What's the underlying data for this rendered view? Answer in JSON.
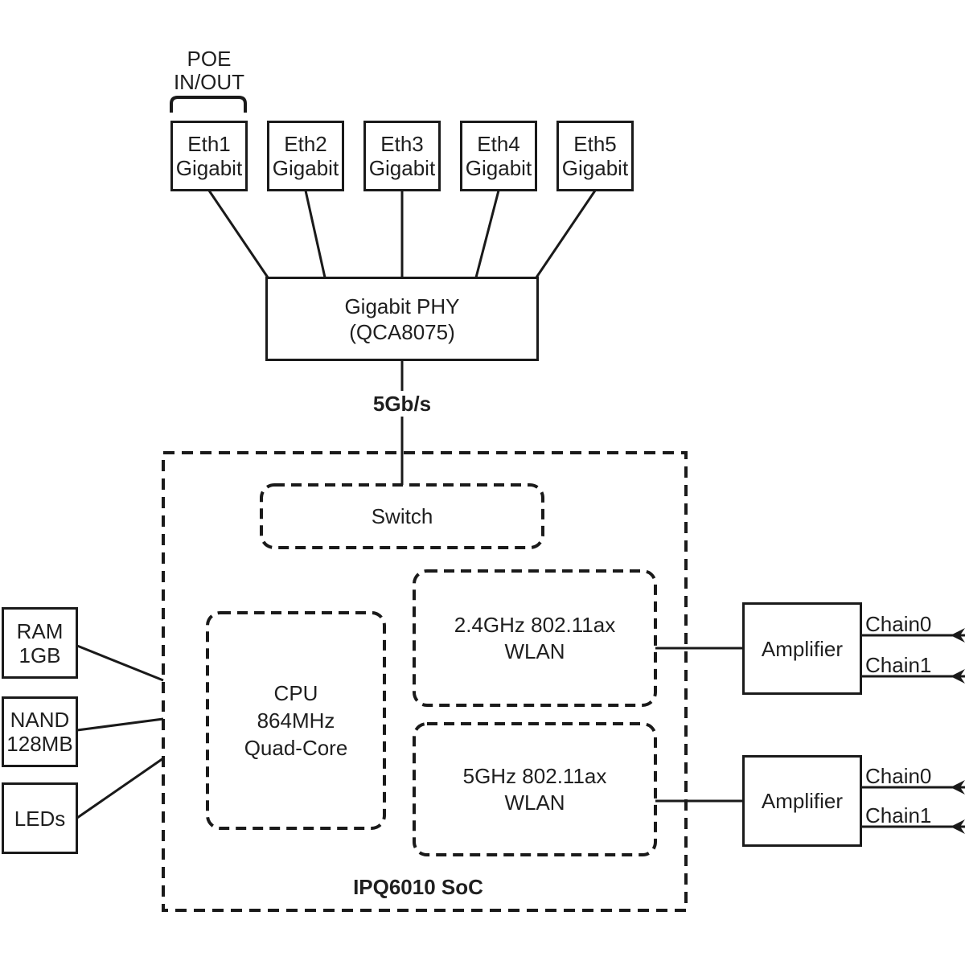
{
  "poe": {
    "line1": "POE",
    "line2": "IN/OUT"
  },
  "eth_ports": [
    {
      "name": "Eth1",
      "speed": "Gigabit"
    },
    {
      "name": "Eth2",
      "speed": "Gigabit"
    },
    {
      "name": "Eth3",
      "speed": "Gigabit"
    },
    {
      "name": "Eth4",
      "speed": "Gigabit"
    },
    {
      "name": "Eth5",
      "speed": "Gigabit"
    }
  ],
  "phy": {
    "line1": "Gigabit PHY",
    "line2": "(QCA8075)"
  },
  "link_label": "5Gb/s",
  "soc": {
    "label": "IPQ6010 SoC",
    "switch_label": "Switch",
    "cpu": {
      "line1": "CPU",
      "line2": "864MHz",
      "line3": "Quad-Core"
    },
    "wlan24": {
      "line1": "2.4GHz 802.11ax",
      "line2": "WLAN"
    },
    "wlan5": {
      "line1": "5GHz 802.11ax",
      "line2": "WLAN"
    }
  },
  "peripherals": [
    {
      "line1": "RAM",
      "line2": "1GB"
    },
    {
      "line1": "NAND",
      "line2": "128MB"
    },
    {
      "line1": "LEDs",
      "line2": ""
    }
  ],
  "amplifiers": [
    {
      "label": "Amplifier",
      "chains": [
        "Chain0",
        "Chain1"
      ]
    },
    {
      "label": "Amplifier",
      "chains": [
        "Chain0",
        "Chain1"
      ]
    }
  ],
  "colors": {
    "stroke": "#1a1a1a",
    "background": "#ffffff"
  }
}
